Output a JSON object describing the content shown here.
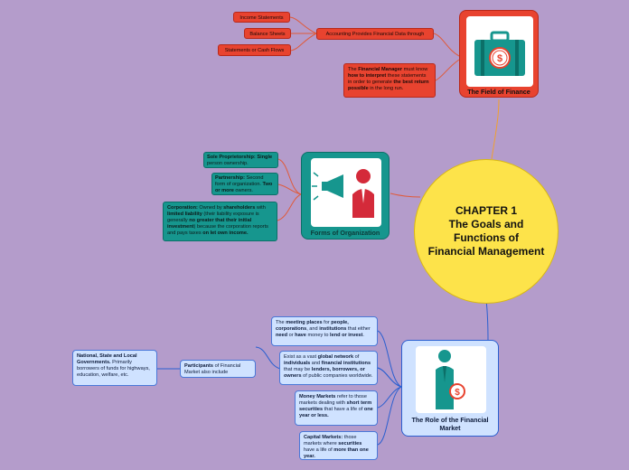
{
  "central": {
    "lines": [
      "CHAPTER 1",
      "The Goals and",
      "Functions of",
      "Financial Management"
    ]
  },
  "field": {
    "label": "The Field of Finance",
    "accounting": "Accounting Provides Financial Data through",
    "income": "Income Statements",
    "balance": "Balance Sheets",
    "cash": "Statements or Cash Flows",
    "manager": [
      {
        "t": "The ",
        "b": false
      },
      {
        "t": "Financial Manager",
        "b": true
      },
      {
        "t": " must know ",
        "b": false
      },
      {
        "t": "how to interpret",
        "b": true
      },
      {
        "t": " these statements in order to generate ",
        "b": false
      },
      {
        "t": "the best return possible",
        "b": true
      },
      {
        "t": " in the long run.",
        "b": false
      }
    ]
  },
  "forms": {
    "label": "Forms of Organization",
    "sole": [
      {
        "t": "Sole Proprietorship:",
        "b": true
      },
      {
        "t": " ",
        "b": false
      },
      {
        "t": "Single",
        "b": true
      },
      {
        "t": " person ownership.",
        "b": false
      }
    ],
    "partnership": [
      {
        "t": "Partnership:",
        "b": true
      },
      {
        "t": " Second form of organization. ",
        "b": false
      },
      {
        "t": "Two or more",
        "b": true
      },
      {
        "t": " owners.",
        "b": false
      }
    ],
    "corporation": [
      {
        "t": "Corporation:",
        "b": true
      },
      {
        "t": " Owned by ",
        "b": false
      },
      {
        "t": "shareholders",
        "b": true
      },
      {
        "t": " with ",
        "b": false
      },
      {
        "t": "limited liability",
        "b": true
      },
      {
        "t": " (their liability exposure is generally ",
        "b": false
      },
      {
        "t": "no greater that their initial investment",
        "b": true
      },
      {
        "t": ") because the corporation reports and pays taxes ",
        "b": false
      },
      {
        "t": "on Iet own income.",
        "b": true
      }
    ]
  },
  "market": {
    "label": "The Role of the Financial Market",
    "meeting": [
      {
        "t": "The ",
        "b": false
      },
      {
        "t": "meeting places",
        "b": true
      },
      {
        "t": " for ",
        "b": false
      },
      {
        "t": "people, corporations",
        "b": true
      },
      {
        "t": ", and ",
        "b": false
      },
      {
        "t": "institutions",
        "b": true
      },
      {
        "t": " that either ",
        "b": false
      },
      {
        "t": "need",
        "b": true
      },
      {
        "t": " or ",
        "b": false
      },
      {
        "t": "have",
        "b": true
      },
      {
        "t": " money to ",
        "b": false
      },
      {
        "t": "lend or invest",
        "b": true
      },
      {
        "t": ".",
        "b": false
      }
    ],
    "network": [
      {
        "t": "Exist as a vast ",
        "b": false
      },
      {
        "t": "global network",
        "b": true
      },
      {
        "t": " of ",
        "b": false
      },
      {
        "t": "individuals",
        "b": true
      },
      {
        "t": " and ",
        "b": false
      },
      {
        "t": "financial institutions",
        "b": true
      },
      {
        "t": " that may be ",
        "b": false
      },
      {
        "t": "lenders, borrowers, or owners",
        "b": true
      },
      {
        "t": " of public companies worldwide.",
        "b": false
      }
    ],
    "money": [
      {
        "t": "Money Markets",
        "b": true
      },
      {
        "t": " refer to those markets dealing with ",
        "b": false
      },
      {
        "t": "short term securities",
        "b": true
      },
      {
        "t": " that have a life of ",
        "b": false
      },
      {
        "t": "one year or less.",
        "b": true
      }
    ],
    "capital": [
      {
        "t": "Capital Markets:",
        "b": true
      },
      {
        "t": " those markets where ",
        "b": false
      },
      {
        "t": "securities",
        "b": true
      },
      {
        "t": " have a life of ",
        "b": false
      },
      {
        "t": "more than one year.",
        "b": true
      }
    ],
    "participants": [
      {
        "t": "Participants",
        "b": true
      },
      {
        "t": " of Financial Market also include",
        "b": false
      }
    ],
    "governments": [
      {
        "t": "National, State and Local Governments.",
        "b": true
      },
      {
        "t": " Primarily borrowers of funds for highways, education, welfare, etc.",
        "b": false
      }
    ]
  },
  "colors": {
    "background": "#b49ccb",
    "central": "#fde34a",
    "red": "#e8432f",
    "teal": "#16968e",
    "blue": "#cfe2ff"
  }
}
